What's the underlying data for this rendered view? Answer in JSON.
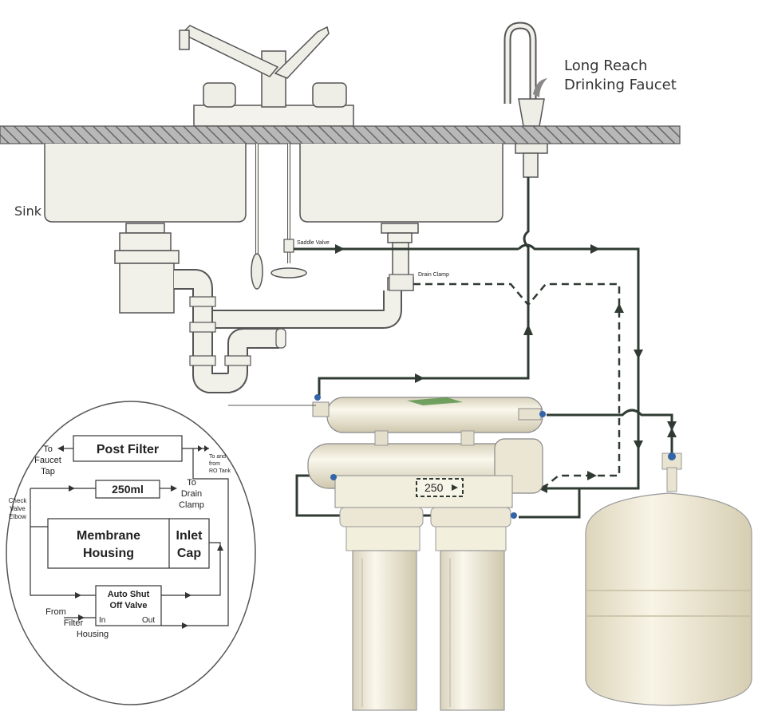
{
  "labels": {
    "sink": "Sink",
    "faucet_line1": "Long Reach",
    "faucet_line2": "Drinking Faucet",
    "saddle_valve": "Saddle Valve",
    "drain_clamp": "Drain Clamp",
    "flow_restrictor": "250"
  },
  "inset": {
    "post_filter": "Post Filter",
    "to_faucet_1": "To",
    "to_faucet_2": "Faucet",
    "to_faucet_3": "Tap",
    "to_tank_1": "To and",
    "to_tank_2": "from",
    "to_tank_3": "RO Tank",
    "restrictor": "250ml",
    "to_drain_1": "To",
    "to_drain_2": "Drain",
    "to_drain_3": "Clamp",
    "check_1": "Check",
    "check_2": "Valve",
    "check_3": "Elbow",
    "membrane_1": "Membrane",
    "membrane_2": "Housing",
    "inlet_1": "Inlet",
    "inlet_2": "Cap",
    "asov_1": "Auto Shut",
    "asov_2": "Off Valve",
    "asov_in": "In",
    "asov_out": "Out",
    "from_1": "From",
    "from_2": "Filter",
    "from_3": "Housing"
  },
  "colors": {
    "pipe_fill": "#f1f0e9",
    "pipe_stroke": "#555555",
    "counter": "#8a8a8a",
    "tube": "#2f3b32",
    "filter": "#f3efdd",
    "tank": "#efe9d4"
  }
}
